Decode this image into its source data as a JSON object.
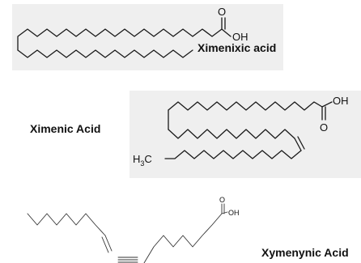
{
  "molecules": [
    {
      "name": "Ximenixic acid",
      "atoms": {
        "carbonyl_o": "O",
        "hydroxyl": "OH"
      }
    },
    {
      "name": "Ximenic Acid",
      "atoms": {
        "carbonyl_o": "O",
        "hydroxyl": "OH",
        "methyl_h": "H",
        "methyl_sub": "3",
        "methyl_c": "C"
      }
    },
    {
      "name": "Xymenynic Acid",
      "atoms": {
        "carbonyl_o": "O",
        "hydroxyl": "OH"
      }
    }
  ],
  "colors": {
    "panel_bg": "#efefef",
    "bond": "#1a1a1a",
    "text": "#111111"
  }
}
